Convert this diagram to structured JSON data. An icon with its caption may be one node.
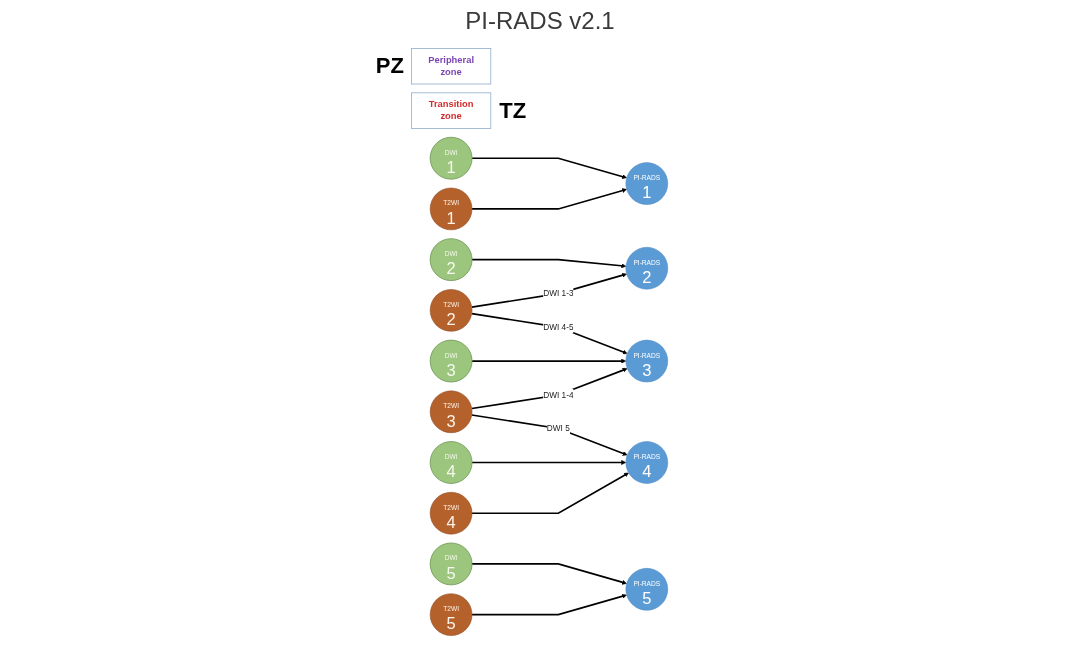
{
  "diagram": {
    "title": "PI-RADS v2.1",
    "nodes": [
      {
        "text": [
          "Peripheral zone"
        ],
        "beside": [
          "PZ"
        ]
      },
      {
        "text": [
          "Transition zone"
        ],
        "beside": [
          "TZ"
        ]
      },
      {
        "text": [
          "DWI",
          "1"
        ]
      },
      {
        "text": [
          "PI-RADS",
          "1"
        ]
      },
      {
        "text": [
          "T2WI",
          "1"
        ]
      },
      {
        "text": [
          "DWI",
          "2"
        ]
      },
      {
        "text": [
          "PI-RADS",
          "2"
        ]
      },
      {
        "text": [
          "T2WI",
          "2"
        ]
      },
      {
        "text": [
          "DWI",
          "3"
        ]
      },
      {
        "text": [
          "PI-RADS",
          "3"
        ]
      },
      {
        "text": [
          "T2WI",
          "3"
        ]
      },
      {
        "text": [
          "DWI",
          "4"
        ]
      },
      {
        "text": [
          "PI-RADS",
          "4"
        ]
      },
      {
        "text": [
          "T2WI",
          "4"
        ]
      },
      {
        "text": [
          "DWI",
          "5"
        ]
      },
      {
        "text": [
          "PI-RADS",
          "5"
        ]
      },
      {
        "text": [
          "T2WI",
          "5"
        ]
      }
    ],
    "edges": [
      {
        "from": 2,
        "to": 3,
        "arrow": "to"
      },
      {
        "from": 4,
        "to": 3,
        "arrow": "to"
      },
      {
        "from": 5,
        "to": 6,
        "arrow": "to"
      },
      {
        "from": 7,
        "to": 6,
        "arrow": "to",
        "label": "DWI 1-3"
      },
      {
        "from": 7,
        "to": 9,
        "arrow": "to",
        "label": "DWI 4-5"
      },
      {
        "from": 8,
        "to": 9,
        "arrow": "to"
      },
      {
        "from": 10,
        "to": 9,
        "arrow": "to",
        "label": "DWI 1-4"
      },
      {
        "from": 10,
        "to": 12,
        "arrow": "to",
        "label": "DWI 5"
      },
      {
        "from": 11,
        "to": 12,
        "arrow": "to"
      },
      {
        "from": 13,
        "to": 12,
        "arrow": "to"
      },
      {
        "from": 14,
        "to": 15,
        "arrow": "to"
      },
      {
        "from": 16,
        "to": 15,
        "arrow": "to"
      }
    ]
  }
}
